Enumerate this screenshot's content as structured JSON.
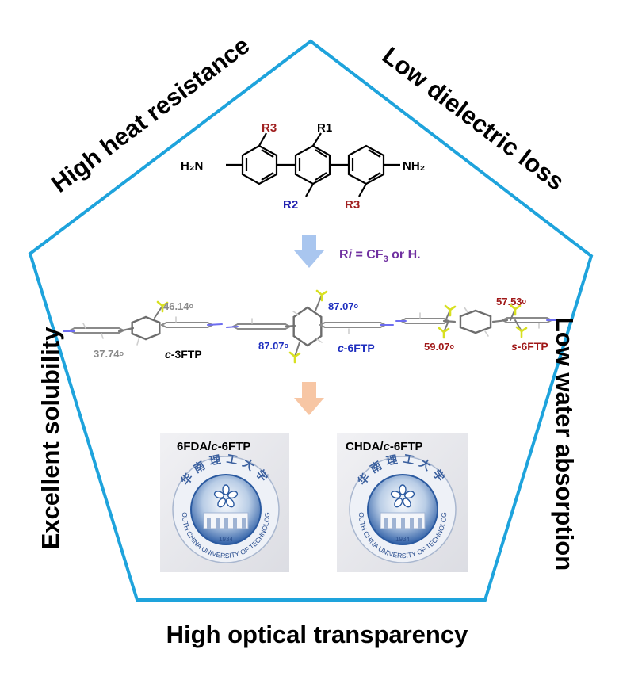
{
  "properties": {
    "top_left": "High heat resistance",
    "top_right": "Low dielectric loss",
    "right": "Low water absorption",
    "bottom": "High optical transparency",
    "left": "Excellent solubility"
  },
  "molecule": {
    "amine_left": "H₂N",
    "amine_right": "NH₂",
    "r1": "R1",
    "r2": "R2",
    "r3_top": "R3",
    "r3_bottom": "R3"
  },
  "substituent_note": {
    "prefix": "R",
    "italic_i": "i",
    "eq": " = CF",
    "sub": "3",
    "rest": " or  H."
  },
  "conformers": [
    {
      "name_prefix": "c",
      "name_rest": "-3FTP",
      "angles": [
        "46.14",
        "37.74"
      ],
      "angle_unit": "o",
      "color": "#000000",
      "angle_color": "#8a8a8a"
    },
    {
      "name_prefix": "c",
      "name_rest": "-6FTP",
      "angles": [
        "87.07",
        "87.07"
      ],
      "angle_unit": "o",
      "color": "#1f2fbf",
      "angle_color": "#1f2fbf"
    },
    {
      "name_prefix": "s",
      "name_rest": "-6FTP",
      "angles": [
        "57.53",
        "59.07"
      ],
      "angle_unit": "o",
      "color": "#a01818",
      "angle_color": "#a01818"
    }
  ],
  "films": [
    {
      "label_a": "6FDA/",
      "label_i": "c",
      "label_b": "-6FTP"
    },
    {
      "label_a": "CHDA/",
      "label_i": "c",
      "label_b": "-6FTP"
    }
  ],
  "logo": {
    "arc_text": "SOUTH CHINA UNIVERSITY OF TECHNOLOGY",
    "year": "1934",
    "chinese": "华南理工大学"
  },
  "colors": {
    "pentagon": "#1ea3dc",
    "arrow_blue": "#a9c6ef",
    "arrow_orange": "#f7c6a4",
    "purple": "#7030a0",
    "r_red": "#a02020",
    "r_blue": "#2020b0"
  }
}
